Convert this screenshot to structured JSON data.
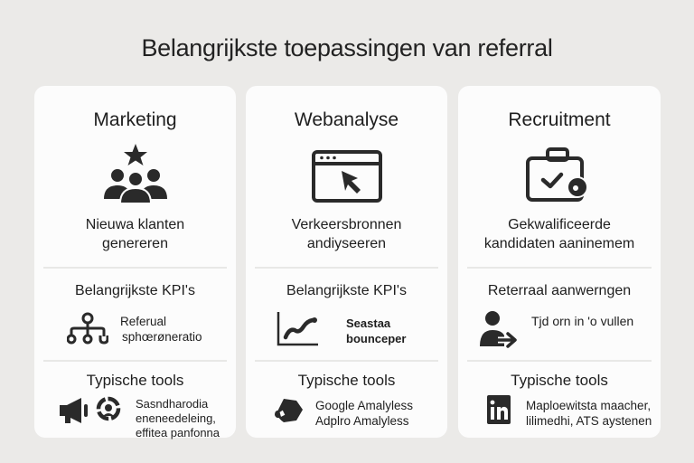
{
  "page": {
    "title": "Belangrijkste toepassingen van referral"
  },
  "cards": [
    {
      "title": "Marketing",
      "hero_icon": "group-star-icon",
      "subtitle_line1": "Nieuwa klanten",
      "subtitle_line2": "genereren",
      "kpi_heading": "Belangrijkste KPI's",
      "kpi_icon": "hierarchy-network-icon",
      "kpi_line1": "Referual",
      "kpi_line2": "sphœrøneratio",
      "tools_heading": "Typische tools",
      "tools_icons": [
        "megaphone-icon",
        "share-wheel-icon"
      ],
      "tools_line1": "Sasndharodia",
      "tools_line2": "eneneedeleing,",
      "tools_line3": "effitea panfonna"
    },
    {
      "title": "Webanalyse",
      "hero_icon": "browser-cursor-icon",
      "subtitle_line1": "Verkeersbronnen",
      "subtitle_line2": "andiyseeren",
      "kpi_heading": "Belangrijkste KPI's",
      "kpi_icon": "line-chart-icon",
      "kpi_line1": "Seastaa",
      "kpi_line2": "bounceper",
      "tools_heading": "Typische tools",
      "tools_icons": [
        "analytics-logo-icon"
      ],
      "tools_line1": "Google Amalyless",
      "tools_line2": "Adplro Amalyless"
    },
    {
      "title": "Recruitment",
      "hero_icon": "briefcase-check-icon",
      "subtitle_line1": "Gekwalificeerde",
      "subtitle_line2": "kandidaten aaninemem",
      "kpi_heading": "Reterraal aanwerngen",
      "kpi_icon": "person-arrow-icon",
      "kpi_line1": "Tjd orn in 'o vullen",
      "tools_heading": "Typische tools",
      "tools_icons": [
        "linkedin-icon"
      ],
      "tools_line1": "Maploewitsta maacher,",
      "tools_line2": "lilimedhi, ATS aystenen"
    }
  ],
  "colors": {
    "background": "#ebeae8",
    "card": "#fcfcfc",
    "text": "#1e1e1e",
    "icon": "#2a2a2a",
    "divider": "#e8e8e6"
  }
}
